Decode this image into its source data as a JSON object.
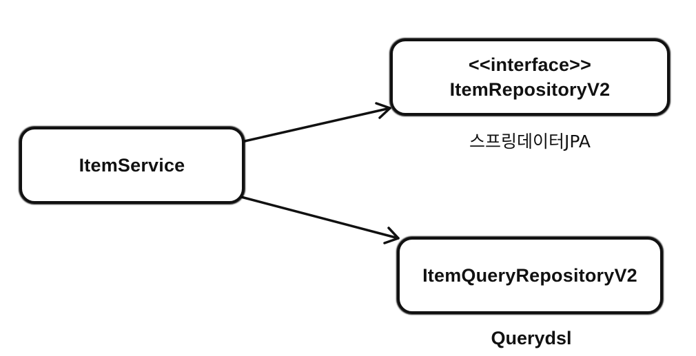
{
  "nodes": {
    "item_service": {
      "label": "ItemService"
    },
    "item_repository": {
      "stereotype": "<<interface>>",
      "label": "ItemRepositoryV2",
      "caption": "스프링데이터JPA"
    },
    "item_query_repository": {
      "label": "ItemQueryRepositoryV2",
      "caption": "Querydsl"
    }
  },
  "edges": [
    {
      "from": "ItemService",
      "to": "ItemRepositoryV2"
    },
    {
      "from": "ItemService",
      "to": "ItemQueryRepositoryV2"
    }
  ],
  "colors": {
    "stroke": "#111111",
    "background": "#ffffff"
  }
}
